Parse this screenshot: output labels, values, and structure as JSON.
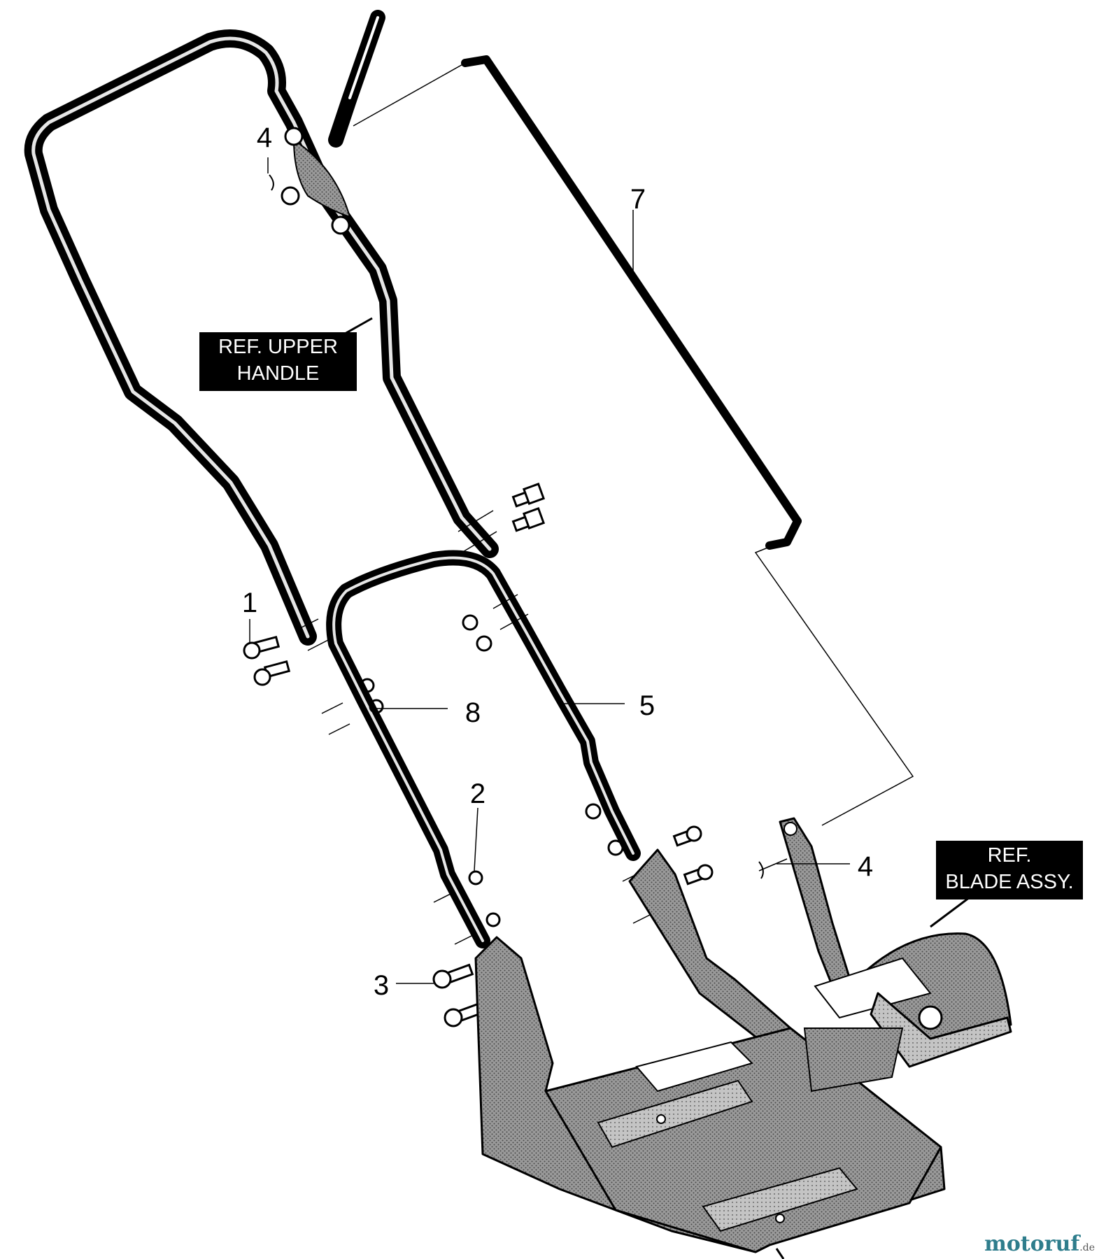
{
  "diagram": {
    "callouts": [
      {
        "id": "c1",
        "label": "1"
      },
      {
        "id": "c2",
        "label": "2"
      },
      {
        "id": "c3",
        "label": "3"
      },
      {
        "id": "c4a",
        "label": "4"
      },
      {
        "id": "c4b",
        "label": "4"
      },
      {
        "id": "c5",
        "label": "5"
      },
      {
        "id": "c7",
        "label": "7"
      },
      {
        "id": "c8",
        "label": "8"
      }
    ],
    "ref_upper_handle": {
      "line1": "REF. UPPER",
      "line2": "HANDLE"
    },
    "ref_blade_assy": {
      "line1": "REF.",
      "line2": "BLADE ASSY."
    }
  },
  "watermark": {
    "main": "motoruf",
    "tld": ".de"
  },
  "colors": {
    "ink": "#000000",
    "paper": "#ffffff",
    "deck_fill": "#8a8a8a",
    "watermark": "#2e7d8c"
  }
}
